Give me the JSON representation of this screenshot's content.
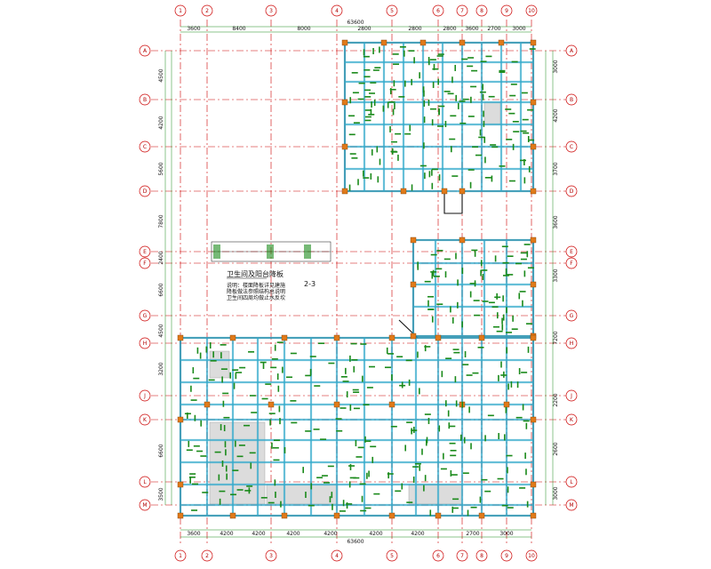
{
  "grid_columns": [
    "1",
    "2",
    "3",
    "4",
    "5",
    "6",
    "7",
    "8",
    "9",
    "10"
  ],
  "grid_rows": [
    "A",
    "B",
    "C",
    "D",
    "E",
    "F",
    "G",
    "H",
    "J",
    "K",
    "L",
    "M"
  ],
  "top_dims": [
    "3600",
    "8400",
    "8000",
    "2800",
    "2800",
    "2800",
    "3600",
    "2700",
    "3000"
  ],
  "top_total": "63600",
  "bottom_dims": [
    "3600",
    "4200",
    "4200",
    "4200",
    "4200",
    "4200",
    "4200",
    "2700",
    "3000"
  ],
  "bottom_total": "63600",
  "left_dims": [
    "4500",
    "4200",
    "5600",
    "7800",
    "2400",
    "6600",
    "4500",
    "3200",
    "6600",
    "3500"
  ],
  "right_dims": [
    "3000",
    "4200",
    "3700",
    "3600",
    "3300",
    "7200",
    "2200",
    "2600",
    "3000"
  ],
  "middle_note": {
    "title": "卫生间及阳台降板",
    "label": "2-3",
    "lines": [
      "说明：楼面降板详见建施",
      "降板做法参照结构总说明",
      "卫生间四周均做止水反坎"
    ]
  },
  "colors": {
    "grid_line": "#cc0000",
    "beam": "#33aacc",
    "column": "#e07a1a",
    "rebar_label": "#1a8a1a",
    "wall": "#111111"
  }
}
